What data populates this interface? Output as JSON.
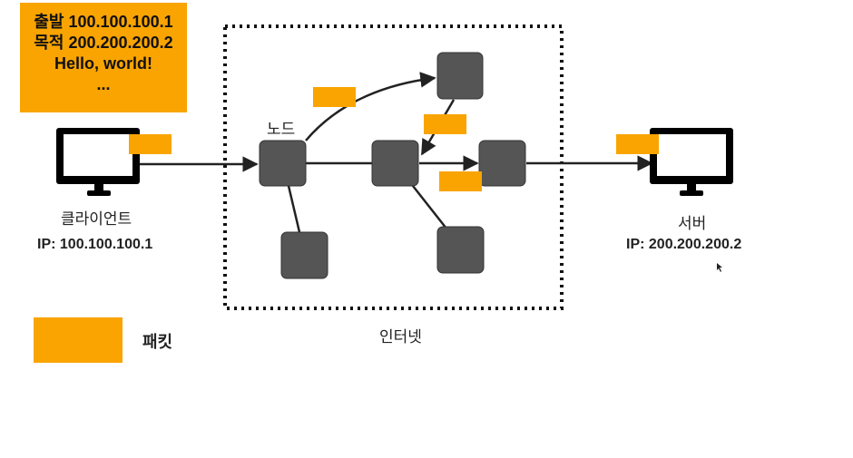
{
  "packet_info": {
    "line1": "출발 100.100.100.1",
    "line2": "목적 200.200.200.2",
    "line3": "Hello, world!",
    "line4": "..."
  },
  "client": {
    "label": "클라이언트",
    "ip": "IP: 100.100.100.1"
  },
  "server": {
    "label": "서버",
    "ip": "IP: 200.200.200.2"
  },
  "node_label": "노드",
  "internet_label": "인터넷",
  "legend": {
    "packet_label": "패킷"
  },
  "colors": {
    "packet": "#f9a400",
    "node": "#555555",
    "line": "#222222"
  }
}
